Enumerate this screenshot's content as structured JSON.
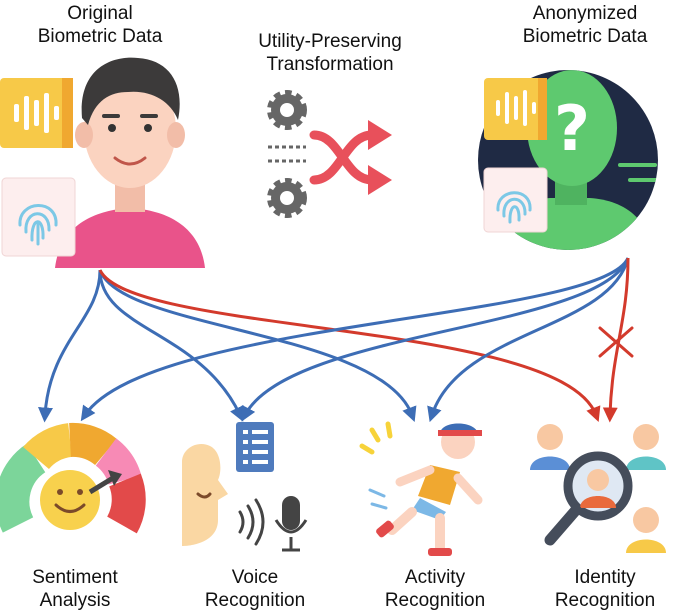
{
  "top": {
    "original": {
      "line1": "Original",
      "line2": "Biometric Data"
    },
    "transformation": {
      "line1": "Utility-Preserving",
      "line2": "Transformation"
    },
    "anonymized": {
      "line1": "Anonymized",
      "line2": "Biometric Data"
    }
  },
  "tasks": [
    {
      "line1": "Sentiment",
      "line2": "Analysis"
    },
    {
      "line1": "Voice",
      "line2": "Recognition"
    },
    {
      "line1": "Activity",
      "line2": "Recognition"
    },
    {
      "line1": "Identity",
      "line2": "Recognition"
    }
  ],
  "colors": {
    "blue_arrow": "#3d6db5",
    "red_arrow": "#d33a2c",
    "yellow_card": "#f7c948",
    "skin": "#fbd3c0",
    "shirt": "#e9538a",
    "hair": "#3c3a3a",
    "silhouette_green": "#5ec96f",
    "night_bg": "#1f2a44"
  }
}
